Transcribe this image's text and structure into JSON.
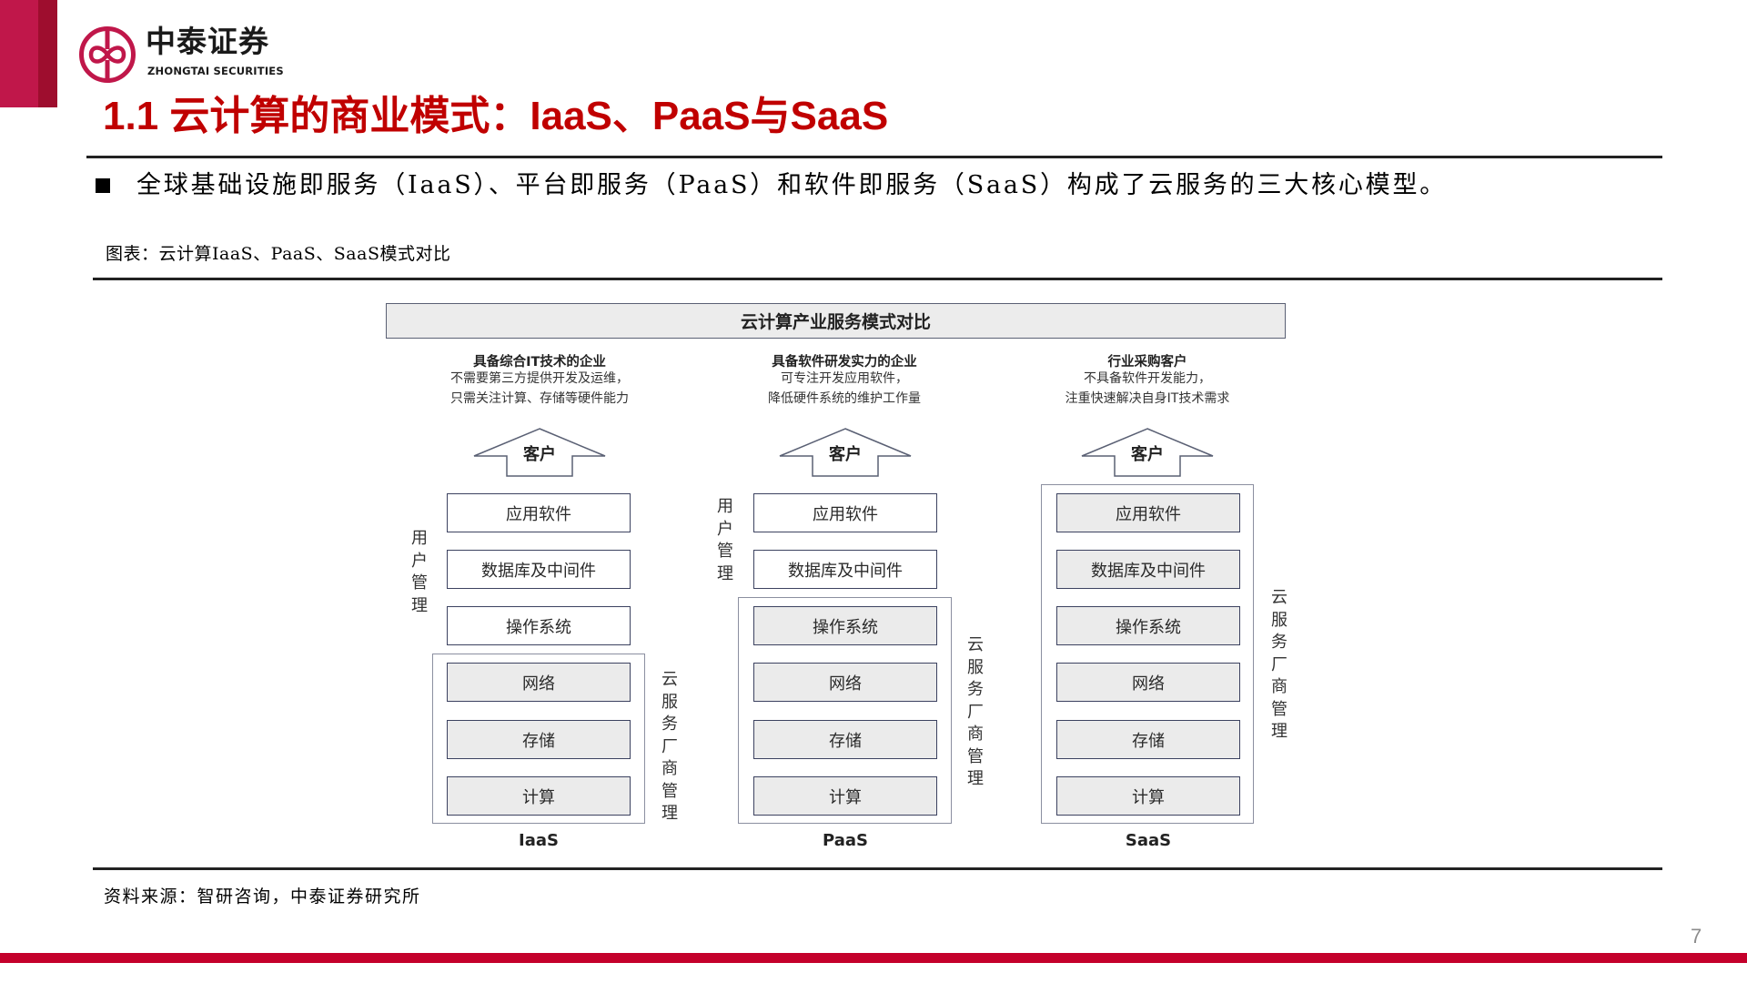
{
  "brand": {
    "name_cn": "中泰证券",
    "name_en": "ZHONGTAI SECURITIES",
    "color_primary": "#c0174a",
    "color_dark": "#9e0d2e"
  },
  "slide": {
    "title": "1.1 云计算的商业模式：IaaS、PaaS与SaaS",
    "bullet": "全球基础设施即服务（IaaS）、平台即服务（PaaS）和软件即服务（SaaS）构成了云服务的三大核心模型。",
    "caption": "图表：云计算IaaS、PaaS、SaaS模式对比",
    "source": "资料来源：智研咨询，中泰证券研究所",
    "page_number": "7",
    "title_color": "#c00000"
  },
  "diagram": {
    "header": "云计算产业服务模式对比",
    "arrow_label": "客户",
    "user_mgmt_label": "用户管理",
    "vendor_mgmt_label": "云服务厂商管理",
    "layers": [
      "应用软件",
      "数据库及中间件",
      "操作系统",
      "网络",
      "存储",
      "计算"
    ],
    "models": [
      {
        "name": "IaaS",
        "customer_title": "具备综合IT技术的企业",
        "customer_desc_1": "不需要第三方提供开发及运维，",
        "customer_desc_2": "只需关注计算、存储等硬件能力",
        "user_managed_count": 3,
        "vendor_managed_count": 3
      },
      {
        "name": "PaaS",
        "customer_title": "具备软件研发实力的企业",
        "customer_desc_1": "可专注开发应用软件，",
        "customer_desc_2": "降低硬件系统的维护工作量",
        "user_managed_count": 2,
        "vendor_managed_count": 4
      },
      {
        "name": "SaaS",
        "customer_title": "行业采购客户",
        "customer_desc_1": "不具备软件开发能力，",
        "customer_desc_2": "注重快速解决自身IT技术需求",
        "user_managed_count": 0,
        "vendor_managed_count": 6
      }
    ]
  }
}
